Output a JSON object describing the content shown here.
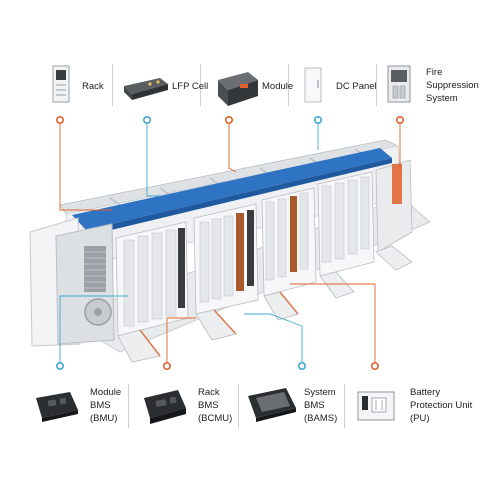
{
  "colors": {
    "orange": "#e0622a",
    "blue": "#3fa7cf",
    "belt": "#2f74c2",
    "frame": "#d9dde1",
    "metal": "#bfc3c7"
  },
  "top_items": [
    {
      "label": "Rack",
      "icon": "rack-icon",
      "marker": "orange"
    },
    {
      "label": "LFP Cell",
      "icon": "lfp-cell-icon",
      "marker": "blue"
    },
    {
      "label": "Module",
      "icon": "module-icon",
      "marker": "orange"
    },
    {
      "label": "DC Panel",
      "icon": "dc-panel-icon",
      "marker": "blue"
    },
    {
      "label": "Fire\nSuppression\nSystem",
      "icon": "fire-suppression-icon",
      "marker": "orange"
    }
  ],
  "bottom_items": [
    {
      "label": "Module\nBMS\n(BMU)",
      "icon": "module-bms-icon",
      "marker": "blue"
    },
    {
      "label": "Rack\nBMS\n(BCMU)",
      "icon": "rack-bms-icon",
      "marker": "orange"
    },
    {
      "label": "System\nBMS\n(BAMS)",
      "icon": "system-bms-icon",
      "marker": "blue"
    },
    {
      "label": "Battery\nProtection Unit\n(PU)",
      "icon": "battery-protection-unit-icon",
      "marker": "orange"
    }
  ]
}
